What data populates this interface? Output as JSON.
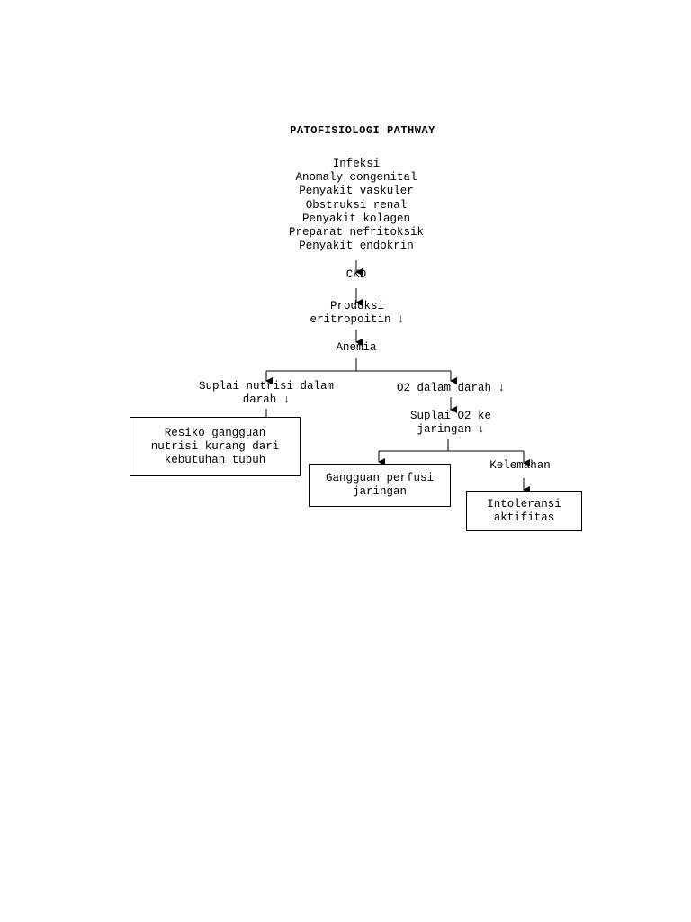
{
  "title": "PATOFISIOLOGI PATHWAY",
  "causes": [
    "Infeksi",
    "Anomaly congenital",
    "Penyakit vaskuler",
    "Obstruksi renal",
    "Penyakit kolagen",
    "Preparat nefritoksik",
    "Penyakit endokrin"
  ],
  "nodes": {
    "ckd": "CKD",
    "produksi": [
      "Produksi",
      "eritropoitin ↓"
    ],
    "anemia": "Anemia",
    "suplai_nutrisi": [
      "Suplai nutrisi dalam",
      "darah ↓"
    ],
    "o2_darah": "O2 dalam darah ↓",
    "suplai_o2": [
      "Suplai O2 ke",
      "jaringan ↓"
    ],
    "kelemahan": "Kelemahan"
  },
  "boxes": {
    "resiko": [
      "Resiko gangguan",
      "nutrisi kurang dari",
      "kebutuhan tubuh"
    ],
    "perfusi": [
      "Gangguan perfusi",
      "jaringan"
    ],
    "intoleransi": [
      "Intoleransi",
      "aktifitas"
    ]
  }
}
